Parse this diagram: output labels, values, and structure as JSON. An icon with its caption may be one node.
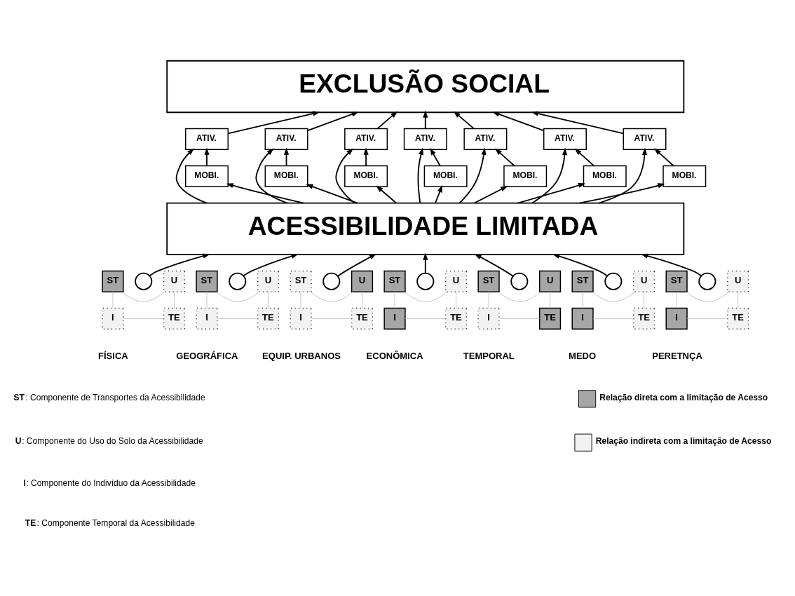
{
  "diagram": {
    "nodes": [
      {
        "text": [
          "EXCLUSÃO SOCIAL"
        ]
      },
      {
        "text": [
          "ACESSIBILIDADE LIMITADA"
        ]
      },
      {
        "text": [
          "ATIV."
        ]
      },
      {
        "text": [
          "MOBI."
        ]
      },
      {
        "text": [
          "ST"
        ]
      },
      {
        "text": [
          "U"
        ]
      },
      {
        "text": [
          "I"
        ]
      },
      {
        "text": [
          "TE"
        ]
      },
      {
        "text": [],
        "shape": "circle"
      },
      {
        "text": [
          "ATIV."
        ]
      },
      {
        "text": [
          "MOBI."
        ]
      },
      {
        "text": [
          "ST"
        ]
      },
      {
        "text": [
          "U"
        ]
      },
      {
        "text": [
          "I"
        ]
      },
      {
        "text": [
          "TE"
        ]
      },
      {
        "text": [],
        "shape": "circle"
      },
      {
        "text": [
          "ATIV."
        ]
      },
      {
        "text": [
          "MOBI."
        ]
      },
      {
        "text": [
          "ST"
        ]
      },
      {
        "text": [
          "U"
        ]
      },
      {
        "text": [
          "I"
        ]
      },
      {
        "text": [
          "TE"
        ]
      },
      {
        "text": [],
        "shape": "circle"
      },
      {
        "text": [
          "ATIV."
        ]
      },
      {
        "text": [
          "MOBI."
        ]
      },
      {
        "text": [
          "ST"
        ]
      },
      {
        "text": [
          "U"
        ]
      },
      {
        "text": [
          "I"
        ]
      },
      {
        "text": [
          "TE"
        ]
      },
      {
        "text": [],
        "shape": "circle"
      },
      {
        "text": [
          "ATIV."
        ]
      },
      {
        "text": [
          "MOBI."
        ]
      },
      {
        "text": [
          "ST"
        ]
      },
      {
        "text": [
          "U"
        ]
      },
      {
        "text": [
          "I"
        ]
      },
      {
        "text": [
          "TE"
        ]
      },
      {
        "text": [],
        "shape": "circle"
      },
      {
        "text": [
          "ATIV."
        ]
      },
      {
        "text": [
          "MOBI."
        ]
      },
      {
        "text": [
          "ST"
        ]
      },
      {
        "text": [
          "U"
        ]
      },
      {
        "text": [
          "I"
        ]
      },
      {
        "text": [
          "TE"
        ]
      },
      {
        "text": [],
        "shape": "circle"
      },
      {
        "text": [
          "ATIV."
        ]
      },
      {
        "text": [
          "MOBI."
        ]
      },
      {
        "text": [
          "ST"
        ]
      },
      {
        "text": [
          "U"
        ]
      },
      {
        "text": [
          "I"
        ]
      },
      {
        "text": [
          "TE"
        ]
      },
      {
        "text": [],
        "shape": "circle"
      }
    ],
    "edges": [
      {
        "from": 8,
        "to": 1,
        "arrow": "to"
      },
      {
        "from": 1,
        "to": 3,
        "arrow": "to"
      },
      {
        "from": 3,
        "to": 2,
        "arrow": "to"
      },
      {
        "from": 2,
        "to": 0,
        "arrow": "to"
      },
      {
        "from": 1,
        "to": 2,
        "arrow": "to"
      },
      {
        "from": 4,
        "to": 5,
        "arrow": "none",
        "color": "#bfbfbf"
      },
      {
        "from": 6,
        "to": 4,
        "arrow": "none",
        "color": "#bfbfbf"
      },
      {
        "from": 7,
        "to": 5,
        "arrow": "none",
        "color": "#bfbfbf"
      },
      {
        "from": 6,
        "to": 7,
        "arrow": "none",
        "color": "#bfbfbf"
      },
      {
        "from": 15,
        "to": 1,
        "arrow": "to"
      },
      {
        "from": 1,
        "to": 10,
        "arrow": "to"
      },
      {
        "from": 10,
        "to": 9,
        "arrow": "to"
      },
      {
        "from": 9,
        "to": 0,
        "arrow": "to"
      },
      {
        "from": 1,
        "to": 9,
        "arrow": "to"
      },
      {
        "from": 11,
        "to": 12,
        "arrow": "none",
        "color": "#bfbfbf"
      },
      {
        "from": 13,
        "to": 11,
        "arrow": "none",
        "color": "#bfbfbf"
      },
      {
        "from": 14,
        "to": 12,
        "arrow": "none",
        "color": "#bfbfbf"
      },
      {
        "from": 13,
        "to": 14,
        "arrow": "none",
        "color": "#bfbfbf"
      },
      {
        "from": 22,
        "to": 1,
        "arrow": "to"
      },
      {
        "from": 1,
        "to": 17,
        "arrow": "to"
      },
      {
        "from": 17,
        "to": 16,
        "arrow": "to"
      },
      {
        "from": 16,
        "to": 0,
        "arrow": "to"
      },
      {
        "from": 1,
        "to": 16,
        "arrow": "to"
      },
      {
        "from": 18,
        "to": 19,
        "arrow": "none",
        "color": "#bfbfbf"
      },
      {
        "from": 20,
        "to": 18,
        "arrow": "none",
        "color": "#bfbfbf"
      },
      {
        "from": 21,
        "to": 19,
        "arrow": "none",
        "color": "#bfbfbf"
      },
      {
        "from": 20,
        "to": 21,
        "arrow": "none",
        "color": "#bfbfbf"
      },
      {
        "from": 29,
        "to": 1,
        "arrow": "to"
      },
      {
        "from": 1,
        "to": 24,
        "arrow": "to"
      },
      {
        "from": 24,
        "to": 23,
        "arrow": "to"
      },
      {
        "from": 23,
        "to": 0,
        "arrow": "to"
      },
      {
        "from": 1,
        "to": 23,
        "arrow": "to"
      },
      {
        "from": 25,
        "to": 26,
        "arrow": "none",
        "color": "#bfbfbf"
      },
      {
        "from": 27,
        "to": 25,
        "arrow": "none",
        "color": "#bfbfbf"
      },
      {
        "from": 28,
        "to": 26,
        "arrow": "none",
        "color": "#bfbfbf"
      },
      {
        "from": 27,
        "to": 28,
        "arrow": "none",
        "color": "#bfbfbf"
      },
      {
        "from": 36,
        "to": 1,
        "arrow": "to"
      },
      {
        "from": 1,
        "to": 31,
        "arrow": "to"
      },
      {
        "from": 31,
        "to": 30,
        "arrow": "to"
      },
      {
        "from": 30,
        "to": 0,
        "arrow": "to"
      },
      {
        "from": 1,
        "to": 30,
        "arrow": "to"
      },
      {
        "from": 32,
        "to": 33,
        "arrow": "none",
        "color": "#bfbfbf"
      },
      {
        "from": 34,
        "to": 32,
        "arrow": "none",
        "color": "#bfbfbf"
      },
      {
        "from": 35,
        "to": 33,
        "arrow": "none",
        "color": "#bfbfbf"
      },
      {
        "from": 34,
        "to": 35,
        "arrow": "none",
        "color": "#bfbfbf"
      },
      {
        "from": 43,
        "to": 1,
        "arrow": "to"
      },
      {
        "from": 1,
        "to": 38,
        "arrow": "to"
      },
      {
        "from": 38,
        "to": 37,
        "arrow": "to"
      },
      {
        "from": 37,
        "to": 0,
        "arrow": "to"
      },
      {
        "from": 1,
        "to": 37,
        "arrow": "to"
      },
      {
        "from": 39,
        "to": 40,
        "arrow": "none",
        "color": "#bfbfbf"
      },
      {
        "from": 41,
        "to": 39,
        "arrow": "none",
        "color": "#bfbfbf"
      },
      {
        "from": 42,
        "to": 40,
        "arrow": "none",
        "color": "#bfbfbf"
      },
      {
        "from": 41,
        "to": 42,
        "arrow": "none",
        "color": "#bfbfbf"
      },
      {
        "from": 50,
        "to": 1,
        "arrow": "to"
      },
      {
        "from": 1,
        "to": 45,
        "arrow": "to"
      },
      {
        "from": 45,
        "to": 44,
        "arrow": "to"
      },
      {
        "from": 44,
        "to": 0,
        "arrow": "to"
      },
      {
        "from": 1,
        "to": 44,
        "arrow": "to"
      },
      {
        "from": 46,
        "to": 47,
        "arrow": "none",
        "color": "#bfbfbf"
      },
      {
        "from": 48,
        "to": 46,
        "arrow": "none",
        "color": "#bfbfbf"
      },
      {
        "from": 49,
        "to": 47,
        "arrow": "none",
        "color": "#bfbfbf"
      },
      {
        "from": 48,
        "to": 49,
        "arrow": "none",
        "color": "#bfbfbf"
      }
    ],
    "labels": [
      "FÍSICA",
      "GEOGRÁFICA",
      "EQUIP. URBANOS",
      "ECONÔMICA",
      "TEMPORAL",
      "MEDO",
      "PERETNÇA",
      "**ST**: Componente de Transportes da Acessibilidade",
      "**U**: Componente do Uso do Solo da Acessibilidade",
      "**I**: Componente do Indivíduo da Acessibilidade",
      "**TE**: Componente Temporal da Acessibilidade"
    ],
    "legend": [
      {
        "text": "Relação direta com a limitação de Acesso",
        "color": "#a6a6a6"
      },
      {
        "text": "Relação indireta com a limitação de Acesso",
        "color": "#f2f2f2"
      }
    ]
  }
}
